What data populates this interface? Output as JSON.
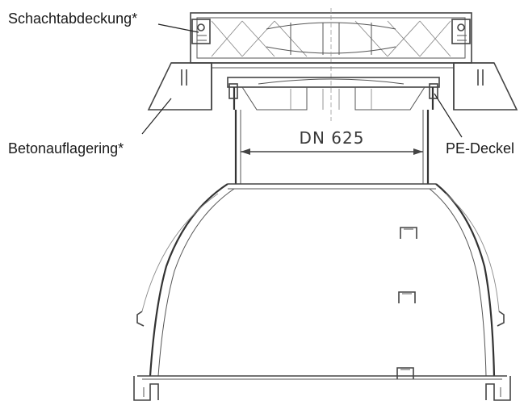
{
  "labels": {
    "cover": "Schachtabdeckung*",
    "ring": "Betonauflagering*",
    "lid": "PE-Deckel",
    "dimension": "DN 625"
  },
  "colors": {
    "line": "#444444",
    "hatch": "#777777",
    "text": "#1a1a1a",
    "background": "#ffffff"
  }
}
